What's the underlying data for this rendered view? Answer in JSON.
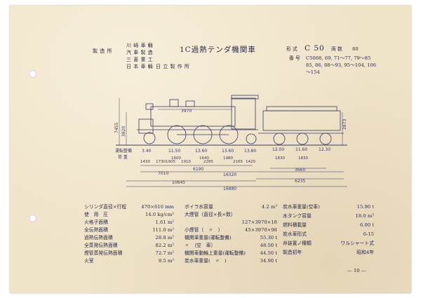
{
  "header": {
    "maker_label": "製 造 所",
    "makers_col1": [
      "川 崎 車 輛",
      "汽 車 製 造",
      "三 菱 重 工",
      "日 本 車 輛"
    ],
    "makers_col2": [
      "",
      "",
      "",
      "日 立 製 作 所"
    ],
    "title": "1C過熱テンダ機関車",
    "form_label": "形 式",
    "form_value": "C 50",
    "count_label": "両 数",
    "count_value": "80",
    "number_label": "番 号",
    "numbers": [
      "C5068, 69, 71～77, 79～85",
      "85, 86, 88～93, 95～104, 106",
      "～154"
    ]
  },
  "diagram": {
    "dim_top": "3970",
    "dim_tender_top": "2873",
    "dim_left_height": "3820",
    "dim_left_height2": "7455",
    "driver_label": "運転整備",
    "unit_label": "荷 重",
    "axle_loads_loco": [
      "3.40",
      "11.50",
      "13.60",
      "13.60",
      "13.80"
    ],
    "axle_spacing_loco": [
      "1910",
      "1905",
      "2285",
      "1640",
      "1600",
      "1980"
    ],
    "axle_loads_tender": [
      "12.00",
      "11.60",
      "12.30"
    ],
    "tender_spacing": [
      "1830",
      "1830"
    ],
    "dim_7010": "7010",
    "dim_6190": "6190",
    "dim_16320": "16320",
    "dim_3660": "3660",
    "dim_10645": "10645",
    "dim_6235": "6235",
    "dim_16880": "16880",
    "dim_2165": "2165",
    "dim_1430": "1430",
    "dim_1730": "1730",
    "dim_1420": "1420"
  },
  "specs": {
    "col1": [
      {
        "label": "シリンダ直径×行程",
        "value": "470×610 mm"
      },
      {
        "label": "使　用　圧",
        "value": "14.0 kg/cm²"
      },
      {
        "label": "火格子面積",
        "value": "1.61 m²"
      },
      {
        "label": "全伝熱面積",
        "value": "111.0 m²"
      },
      {
        "label": "過熱伝熱面積",
        "value": "28.8 m²"
      },
      {
        "label": "全蒸発伝熱面積",
        "value": "82.2 m²"
      },
      {
        "label": "煙管蒸発伝熱面積",
        "value": "72.7 m²"
      },
      {
        "label": "火室",
        "value": "9.5 m²"
      }
    ],
    "col2": [
      {
        "label": "ボイラ水容量",
        "value": "4.2 m³"
      },
      {
        "label": "大煙管（直径×長×数）",
        "value": ""
      },
      {
        "label": "",
        "value": "127×3970×18"
      },
      {
        "label": "小煙管（　〃　）",
        "value": "45×3970×98"
      },
      {
        "label": "機関車重量(運転整備)",
        "value": "55.30 t"
      },
      {
        "label": "〃　（空　車）",
        "value": "48.50 t"
      },
      {
        "label": "機関車動輪上重量(運転整備)",
        "value": "44.50 t"
      },
      {
        "label": "炭水車重量(　〃　)",
        "value": "34.90 t"
      }
    ],
    "col3": [
      {
        "label": "炭水車重量(空車)",
        "value": "15.90 t"
      },
      {
        "label": "水タンク容量",
        "value": "18.0 m³"
      },
      {
        "label": "燃料積載量",
        "value": "6.00 t"
      },
      {
        "label": "炭水車形式",
        "value": "6-15"
      },
      {
        "label": "弁装置ノ種類",
        "value": "ワルシャート式"
      },
      {
        "label": "製造初年",
        "value": "昭和4年"
      }
    ]
  },
  "page_number": "— 10 —"
}
